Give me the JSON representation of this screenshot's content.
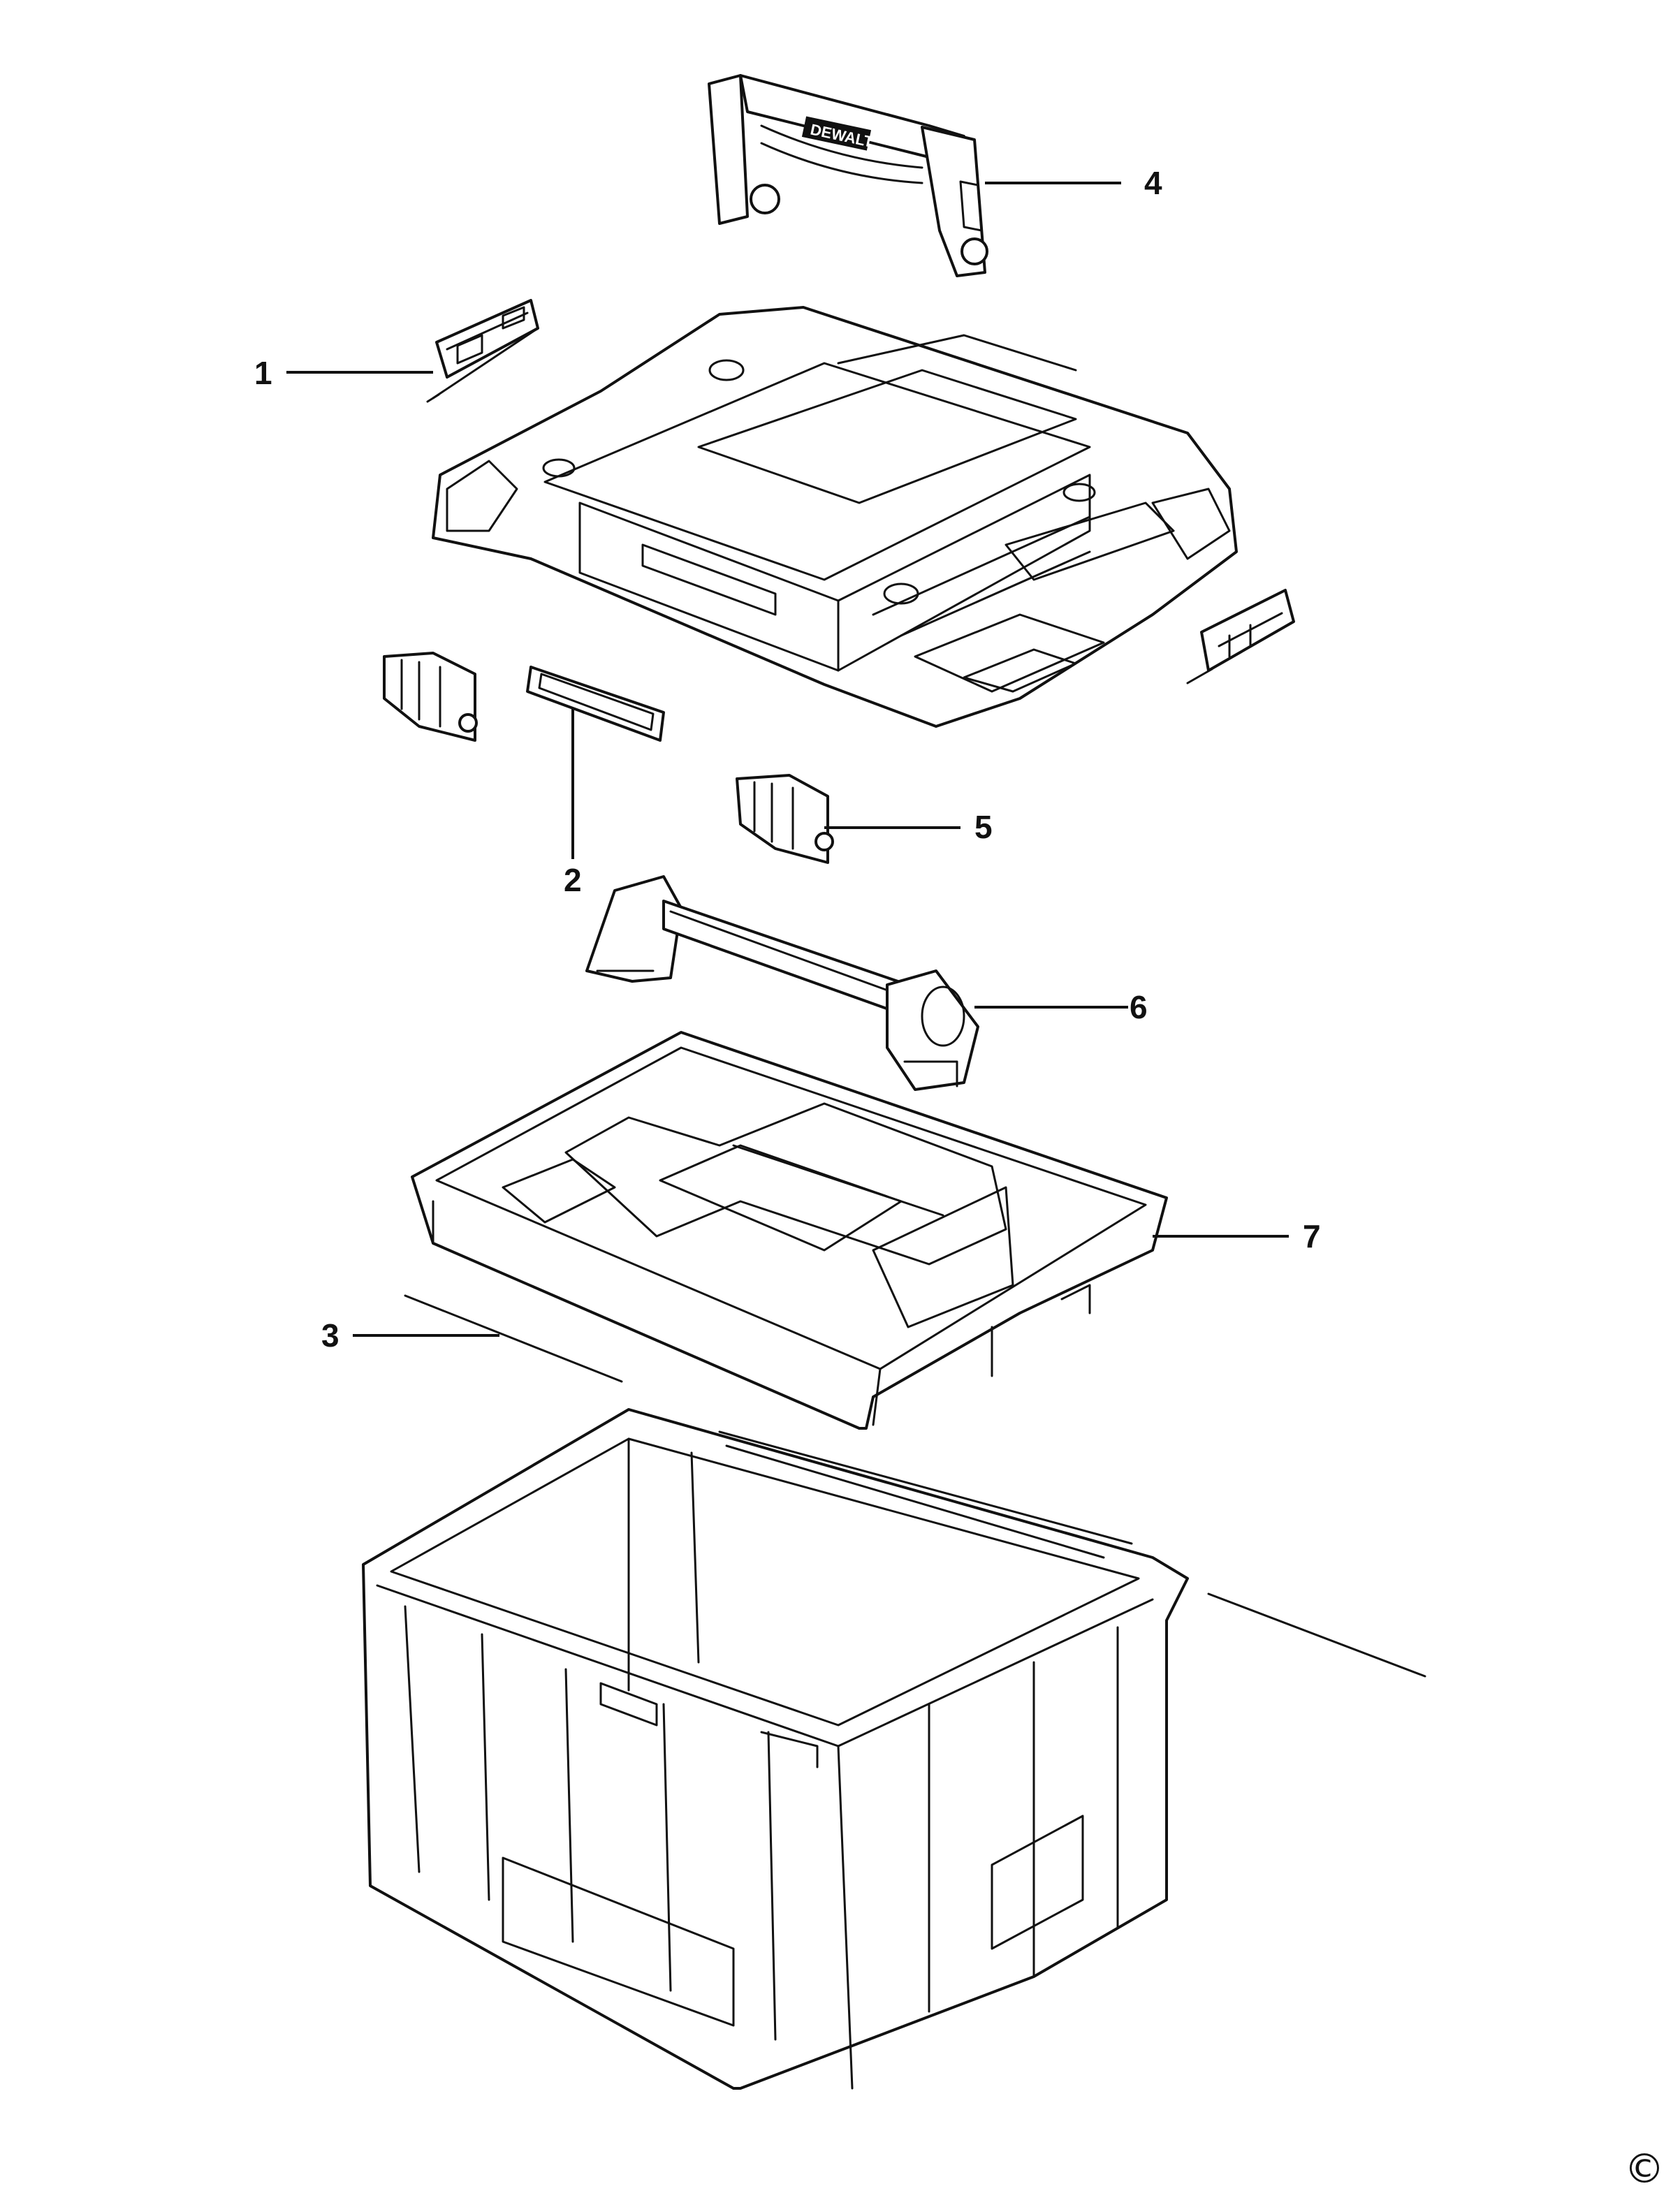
{
  "callouts": [
    {
      "id": "1",
      "label": "1"
    },
    {
      "id": "2",
      "label": "2"
    },
    {
      "id": "3",
      "label": "3"
    },
    {
      "id": "4",
      "label": "4"
    },
    {
      "id": "5",
      "label": "5"
    },
    {
      "id": "6",
      "label": "6"
    },
    {
      "id": "7",
      "label": "7"
    }
  ],
  "handle_brand_text": "DEWALT",
  "copyright_symbol": "©",
  "colors": {
    "line": "#111111",
    "background": "#ffffff"
  }
}
